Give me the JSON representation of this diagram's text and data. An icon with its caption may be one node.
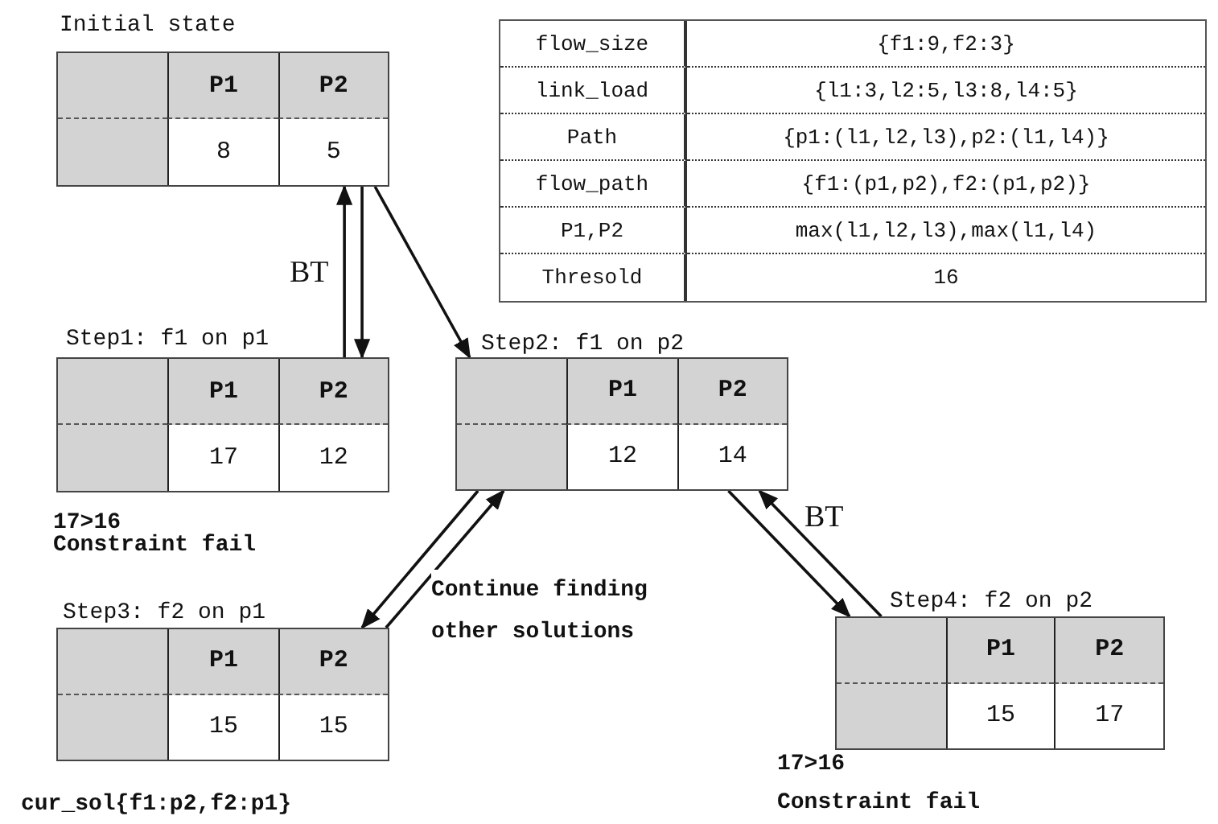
{
  "diagram": {
    "nodes": [
      {
        "text": [
          "Initial state",
          "P1",
          "P2",
          "8",
          "5"
        ]
      },
      {
        "text": [
          "Step1: f1 on p1",
          "P1",
          "P2",
          "17",
          "12"
        ],
        "beside": [
          "17>16",
          "Constraint fail"
        ]
      },
      {
        "text": [
          "Step2: f1 on p2",
          "P1",
          "P2",
          "12",
          "14"
        ]
      },
      {
        "text": [
          "Step3: f2 on p1",
          "P1",
          "P2",
          "15",
          "15"
        ],
        "beside": [
          "cur_sol{f1:p2,f2:p1}"
        ]
      },
      {
        "text": [
          "Step4: f2 on p2",
          "P1",
          "P2",
          "15",
          "17"
        ],
        "beside": [
          "17>16",
          "Constraint fail"
        ]
      }
    ],
    "edges": [
      {
        "from": 0,
        "to": 1,
        "arrow": "to"
      },
      {
        "from": 1,
        "to": 0,
        "arrow": "to",
        "label": "BT"
      },
      {
        "from": 0,
        "to": 2,
        "arrow": "to"
      },
      {
        "from": 2,
        "to": 3,
        "arrow": "to"
      },
      {
        "from": 3,
        "to": 2,
        "arrow": "to",
        "label": "Continue finding other solutions"
      },
      {
        "from": 2,
        "to": 4,
        "arrow": "to"
      },
      {
        "from": 4,
        "to": 2,
        "arrow": "to",
        "label": "BT"
      }
    ],
    "labels": [
      "flow_size",
      "{f1:9,f2:3}",
      "link_load",
      "{l1:3,l2:5,l3:8,l4:5}",
      "Path",
      "{p1:(l1,l2,l3),p2:(l1,l4)}",
      "flow_path",
      "{f1:(p1,p2),f2:(p1,p2)}",
      "P1,P2",
      "max(l1,l2,l3),max(l1,l4)",
      "Thresold",
      "16"
    ]
  }
}
